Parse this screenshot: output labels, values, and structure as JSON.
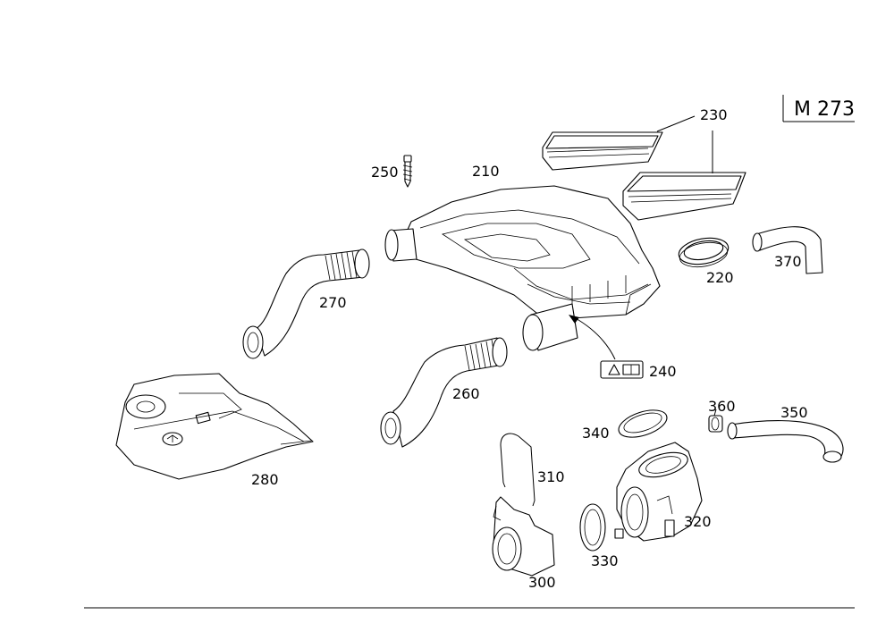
{
  "diagram": {
    "model_code": "M 273",
    "labels": {
      "p210": "210",
      "p220": "220",
      "p230": "230",
      "p240": "240",
      "p250": "250",
      "p260": "260",
      "p270": "270",
      "p280": "280",
      "p300": "300",
      "p310": "310",
      "p320": "320",
      "p330": "330",
      "p340": "340",
      "p350": "350",
      "p360": "360",
      "p370": "370"
    }
  }
}
